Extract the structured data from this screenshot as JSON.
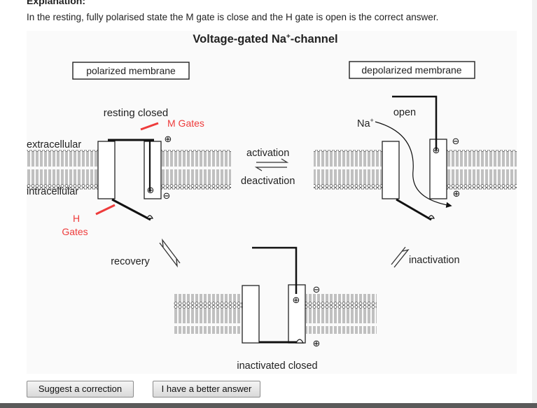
{
  "header": {
    "heading_crop": "Explanation:",
    "explanation": "In the resting, fully polarised state the M gate is close and the H gate is open is the correct answer."
  },
  "figure": {
    "title": "Voltage-gated Na",
    "title_sup": "+",
    "title_suffix": "-channel",
    "box_polarized": "polarized membrane",
    "box_depolarized": "depolarized membrane",
    "resting_closed": "resting closed",
    "m_gates": "M Gates",
    "extracellular": "extracellular",
    "intracellular": "intracellular",
    "h": "H",
    "gates": "Gates",
    "activation": "activation",
    "deactivation": "deactivation",
    "open": "open",
    "na": "Na",
    "na_sup": "+",
    "recovery": "recovery",
    "inactivation": "inactivation",
    "inactivated_closed": "inactivated closed",
    "plus": "⊕",
    "minus": "⊖"
  },
  "buttons": {
    "suggest": "Suggest a correction",
    "better": "I have a better answer"
  },
  "colors": {
    "red": "#ee3b3b",
    "black": "#111111",
    "button_border": "#8c8c8c"
  }
}
